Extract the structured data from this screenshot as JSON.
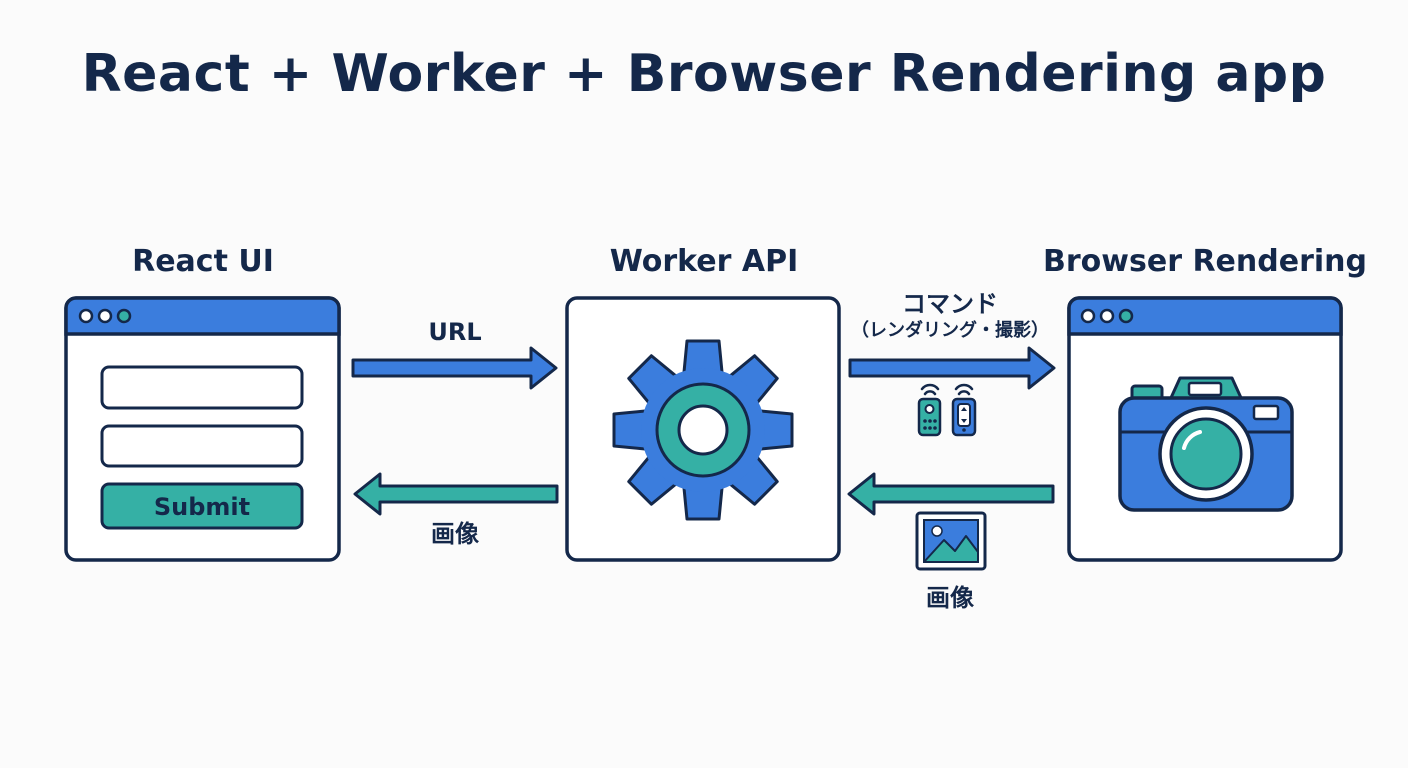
{
  "title": "React + Worker + Browser Rendering app",
  "colors": {
    "navy": "#14284a",
    "blue": "#3b7ddd",
    "teal": "#35b0a5",
    "background": "#fbfbfb"
  },
  "nodes": {
    "react_ui": {
      "label": "React UI",
      "submit_label": "Submit",
      "icon": "browser-window-form-icon"
    },
    "worker_api": {
      "label": "Worker API",
      "icon": "gear-icon"
    },
    "browser_rendering": {
      "label": "Browser Rendering",
      "icon": "camera-icon"
    }
  },
  "edges": {
    "ui_to_worker": {
      "label": "URL",
      "direction": "right"
    },
    "worker_to_ui": {
      "label": "画像",
      "direction": "left"
    },
    "worker_to_browser": {
      "label_line1": "コマンド",
      "label_line2": "（レンダリング・撮影）",
      "icon": "remote-control-icon",
      "direction": "right"
    },
    "browser_to_worker": {
      "label": "画像",
      "icon": "image-icon",
      "direction": "left"
    }
  }
}
